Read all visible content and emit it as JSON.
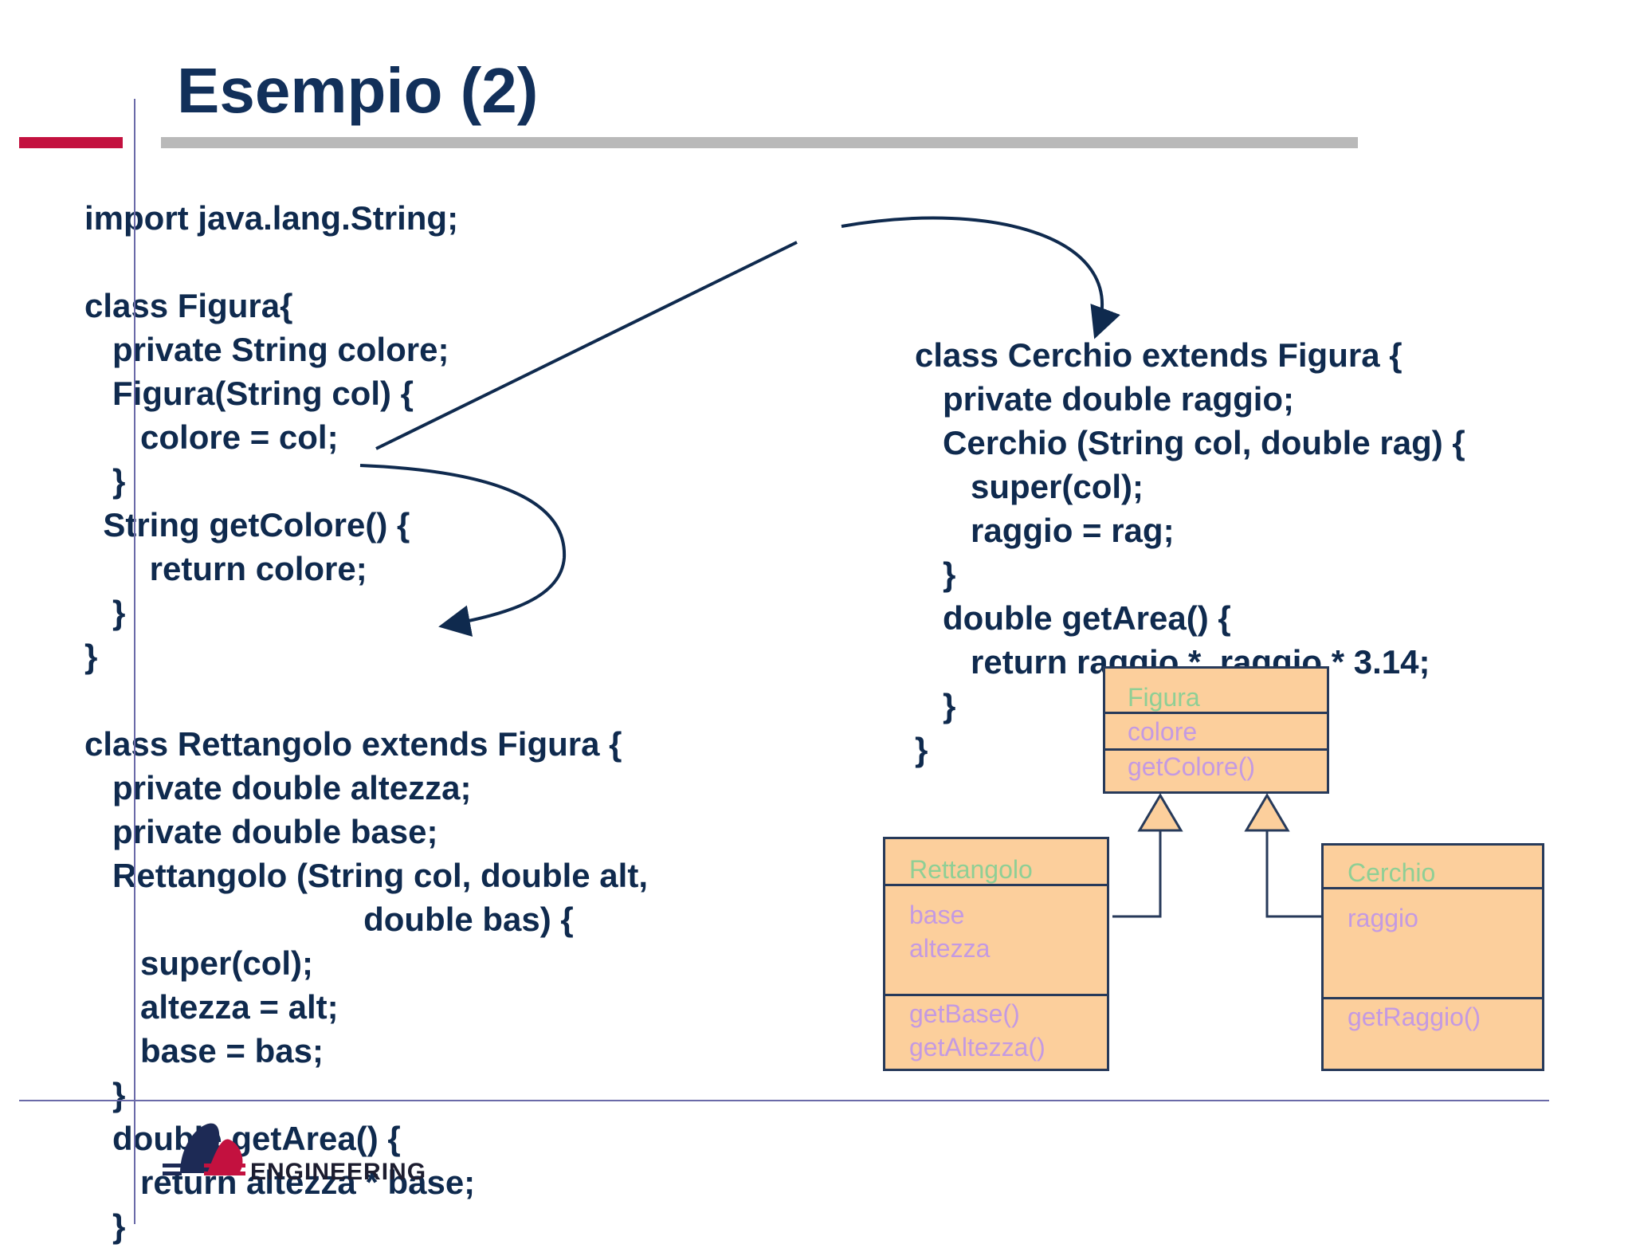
{
  "slide": {
    "title": "Esempio (2)"
  },
  "left_code": [
    "import java.lang.String;",
    "",
    "class Figura{",
    "   private String colore;",
    "   Figura(String col) {",
    "      colore = col;",
    "   }",
    "  String getColore() {",
    "       return colore;",
    "   }",
    "}",
    "",
    "class Rettangolo extends Figura {",
    "   private double altezza;",
    "   private double base;",
    "   Rettangolo (String col, double alt,",
    "                              double bas) {",
    "      super(col);",
    "      altezza = alt;",
    "      base = bas;",
    "   }",
    "   double getArea() {",
    "      return altezza * base;",
    "   }"
  ],
  "right_code": [
    "class Cerchio extends Figura {",
    "   private double raggio;",
    "   Cerchio (String col, double rag) {",
    "      super(col);",
    "      raggio = rag;",
    "   }",
    "   double getArea() {",
    "      return raggio *  raggio * 3.14;",
    "   }",
    "}"
  ],
  "uml": {
    "figura": {
      "name": "Figura",
      "attributes": "colore",
      "methods": "getColore()"
    },
    "rettangolo": {
      "name": "Rettangolo",
      "attributes": "base\naltezza",
      "methods": "getBase()\ngetAltezza()"
    },
    "cerchio": {
      "name": "Cerchio",
      "attributes": "raggio",
      "methods": "getRaggio()"
    }
  },
  "logo": {
    "text": "ENGINEERING"
  },
  "colors": {
    "title": "#12305a",
    "code": "#0f2a4e",
    "accent_red": "#c3113f",
    "rule_gray": "#b9b9b9",
    "uml_fill": "#fccf9c",
    "uml_name": "#8fcf95",
    "uml_member": "#c49ae2"
  }
}
